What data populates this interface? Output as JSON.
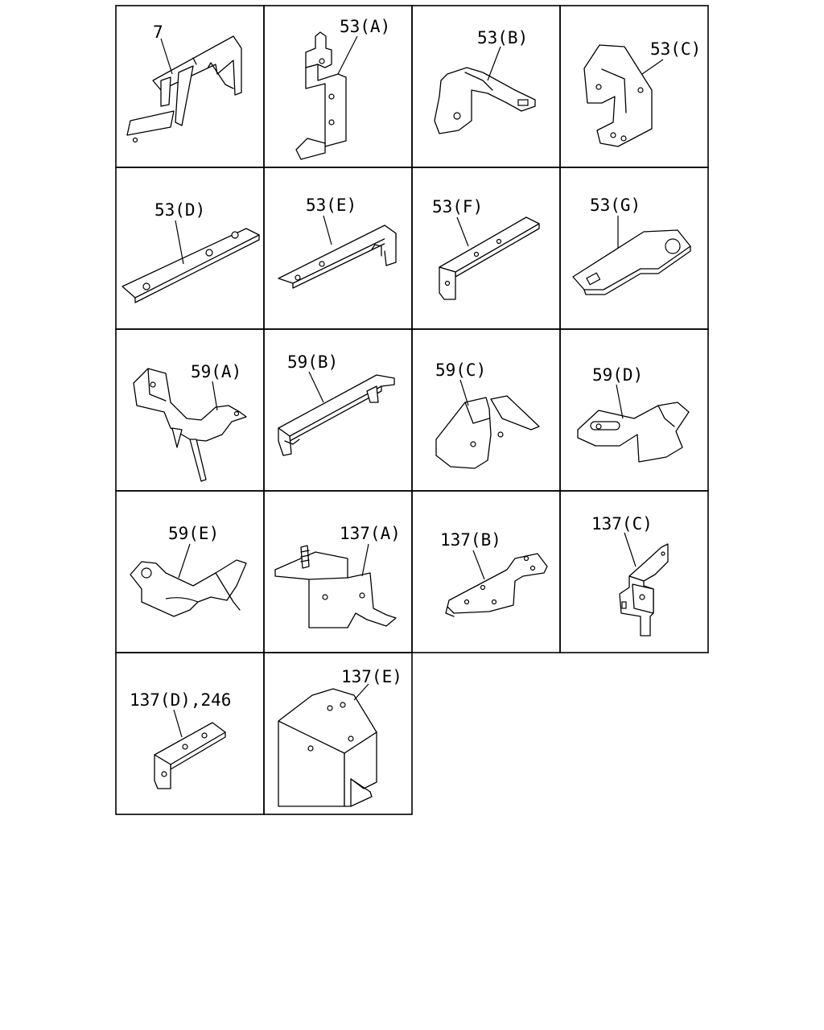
{
  "parts": [
    {
      "label": "7"
    },
    {
      "label": "53(A)"
    },
    {
      "label": "53(B)"
    },
    {
      "label": "53(C)"
    },
    {
      "label": "53(D)"
    },
    {
      "label": "53(E)"
    },
    {
      "label": "53(F)"
    },
    {
      "label": "53(G)"
    },
    {
      "label": "59(A)"
    },
    {
      "label": "59(B)"
    },
    {
      "label": "59(C)"
    },
    {
      "label": "59(D)"
    },
    {
      "label": "59(E)"
    },
    {
      "label": "137(A)"
    },
    {
      "label": "137(B)"
    },
    {
      "label": "137(C)"
    },
    {
      "label": "137(D),246"
    },
    {
      "label": "137(E)"
    }
  ]
}
